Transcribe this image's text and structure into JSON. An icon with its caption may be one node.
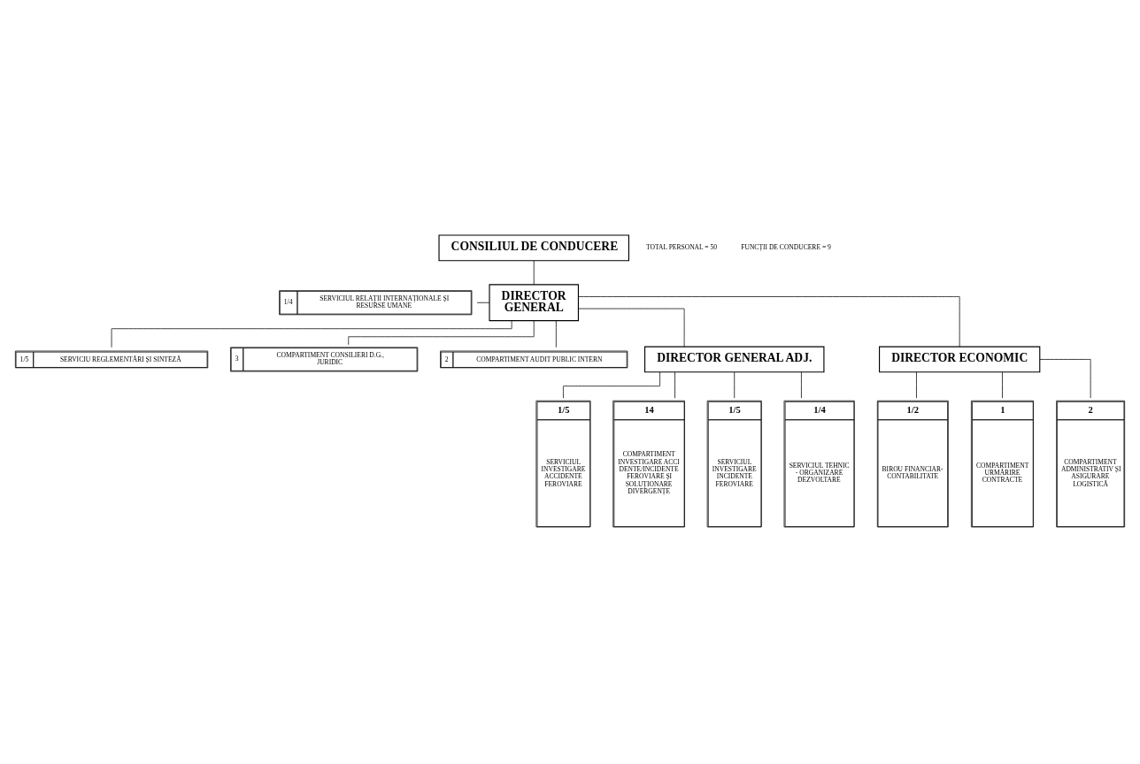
{
  "diagram": {
    "nodes": [
      {
        "text": [
          "CONSILIUL DE CONDUCERE"
        ]
      },
      {
        "text": [
          "DIRECTOR GENERAL"
        ]
      },
      {
        "text": [
          "1/4",
          "SERVICIUL RELAȚII INTERNAȚIONALE ȘI RESURSE UMANE"
        ]
      },
      {
        "text": [
          "1/5",
          "SERVICIU REGLEMENTĂRI ȘI SINTEZĂ"
        ]
      },
      {
        "text": [
          "3",
          "COMPARTIMENT CONSILIERI D.G., JURIDIC"
        ]
      },
      {
        "text": [
          "2",
          "COMPARTIMENT AUDIT PUBLIC INTERN"
        ]
      },
      {
        "text": [
          "DIRECTOR GENERAL ADJ."
        ]
      },
      {
        "text": [
          "DIRECTOR ECONOMIC"
        ]
      },
      {
        "text": [
          "1/5",
          "SERVICIUL INVESTIGARE ACCIDENTE FEROVIARE"
        ]
      },
      {
        "text": [
          "14",
          "COMPARTIMENT INVESTIGARE ACCIDENTE/INCIDENTE FEROVIARE ȘI SOLUȚIONARE DIVERGENȚE"
        ]
      },
      {
        "text": [
          "1/5",
          "SERVICIUL INVESTIGARE INCIDENTE FEROVIARE"
        ]
      },
      {
        "text": [
          "1/4",
          "SERVICIUL TEHNIC - ORGANIZARE DEZVOLTARE"
        ]
      },
      {
        "text": [
          "1/2",
          "BIROU FINANCIAR-CONTABILITATE"
        ]
      },
      {
        "text": [
          "1",
          "COMPARTIMENT URMĂRIRE CONTRACTE"
        ]
      },
      {
        "text": [
          "2",
          "COMPARTIMENT ADMINISTRATIV ȘI ASIGURARE LOGISTICĂ"
        ]
      }
    ],
    "edges": [
      {
        "from": 0,
        "to": 1,
        "arrow": "none"
      },
      {
        "from": 1,
        "to": 2,
        "arrow": "none"
      },
      {
        "from": 1,
        "to": 3,
        "arrow": "none"
      },
      {
        "from": 1,
        "to": 4,
        "arrow": "none"
      },
      {
        "from": 1,
        "to": 5,
        "arrow": "none"
      },
      {
        "from": 1,
        "to": 6,
        "arrow": "none"
      },
      {
        "from": 1,
        "to": 7,
        "arrow": "none"
      },
      {
        "from": 6,
        "to": 8,
        "arrow": "none"
      },
      {
        "from": 6,
        "to": 9,
        "arrow": "none"
      },
      {
        "from": 6,
        "to": 10,
        "arrow": "none"
      },
      {
        "from": 6,
        "to": 11,
        "arrow": "none"
      },
      {
        "from": 7,
        "to": 12,
        "arrow": "none"
      },
      {
        "from": 7,
        "to": 13,
        "arrow": "none"
      },
      {
        "from": 7,
        "to": 14,
        "arrow": "none"
      }
    ],
    "labels": [
      "TOTAL PERSONAL = 50",
      "FUNCȚII DE CONDUCERE = 9"
    ]
  }
}
